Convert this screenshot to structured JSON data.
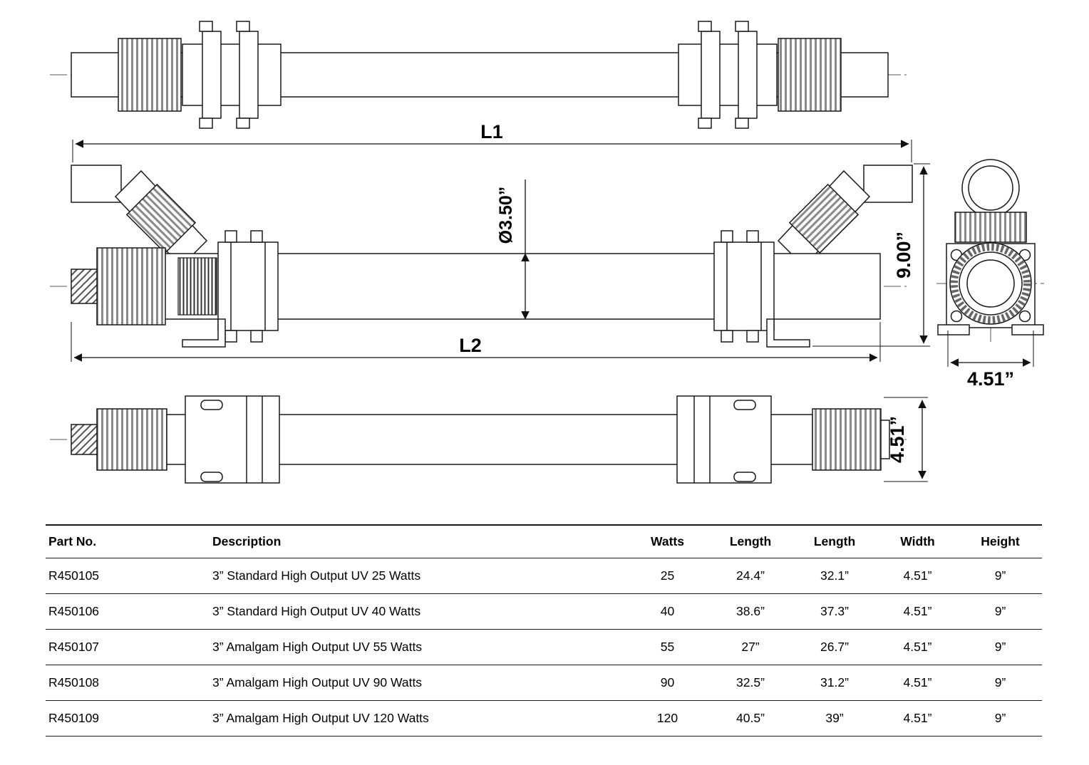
{
  "drawing": {
    "l1": "L1",
    "l2": "L2",
    "diameter": "Ø3.50”",
    "height_9": "9.00”",
    "width_end": "4.51”",
    "width_side": "4.51”"
  },
  "table": {
    "headers": [
      "Part No.",
      "Description",
      "Watts",
      "Length",
      "Length",
      "Width",
      "Height"
    ],
    "rows": [
      [
        "R450105",
        "3” Standard High Output UV 25 Watts",
        "25",
        "24.4”",
        "32.1”",
        "4.51”",
        "9”"
      ],
      [
        "R450106",
        "3” Standard High Output UV 40 Watts",
        "40",
        "38.6”",
        "37.3”",
        "4.51”",
        "9”"
      ],
      [
        "R450107",
        "3” Amalgam High Output UV 55 Watts",
        "55",
        "27”",
        "26.7”",
        "4.51”",
        "9”"
      ],
      [
        "R450108",
        "3” Amalgam High Output UV 90 Watts",
        "90",
        "32.5”",
        "31.2”",
        "4.51”",
        "9”"
      ],
      [
        "R450109",
        "3” Amalgam High Output UV 120 Watts",
        "120",
        "40.5”",
        "39”",
        "4.51”",
        "9”"
      ]
    ]
  }
}
